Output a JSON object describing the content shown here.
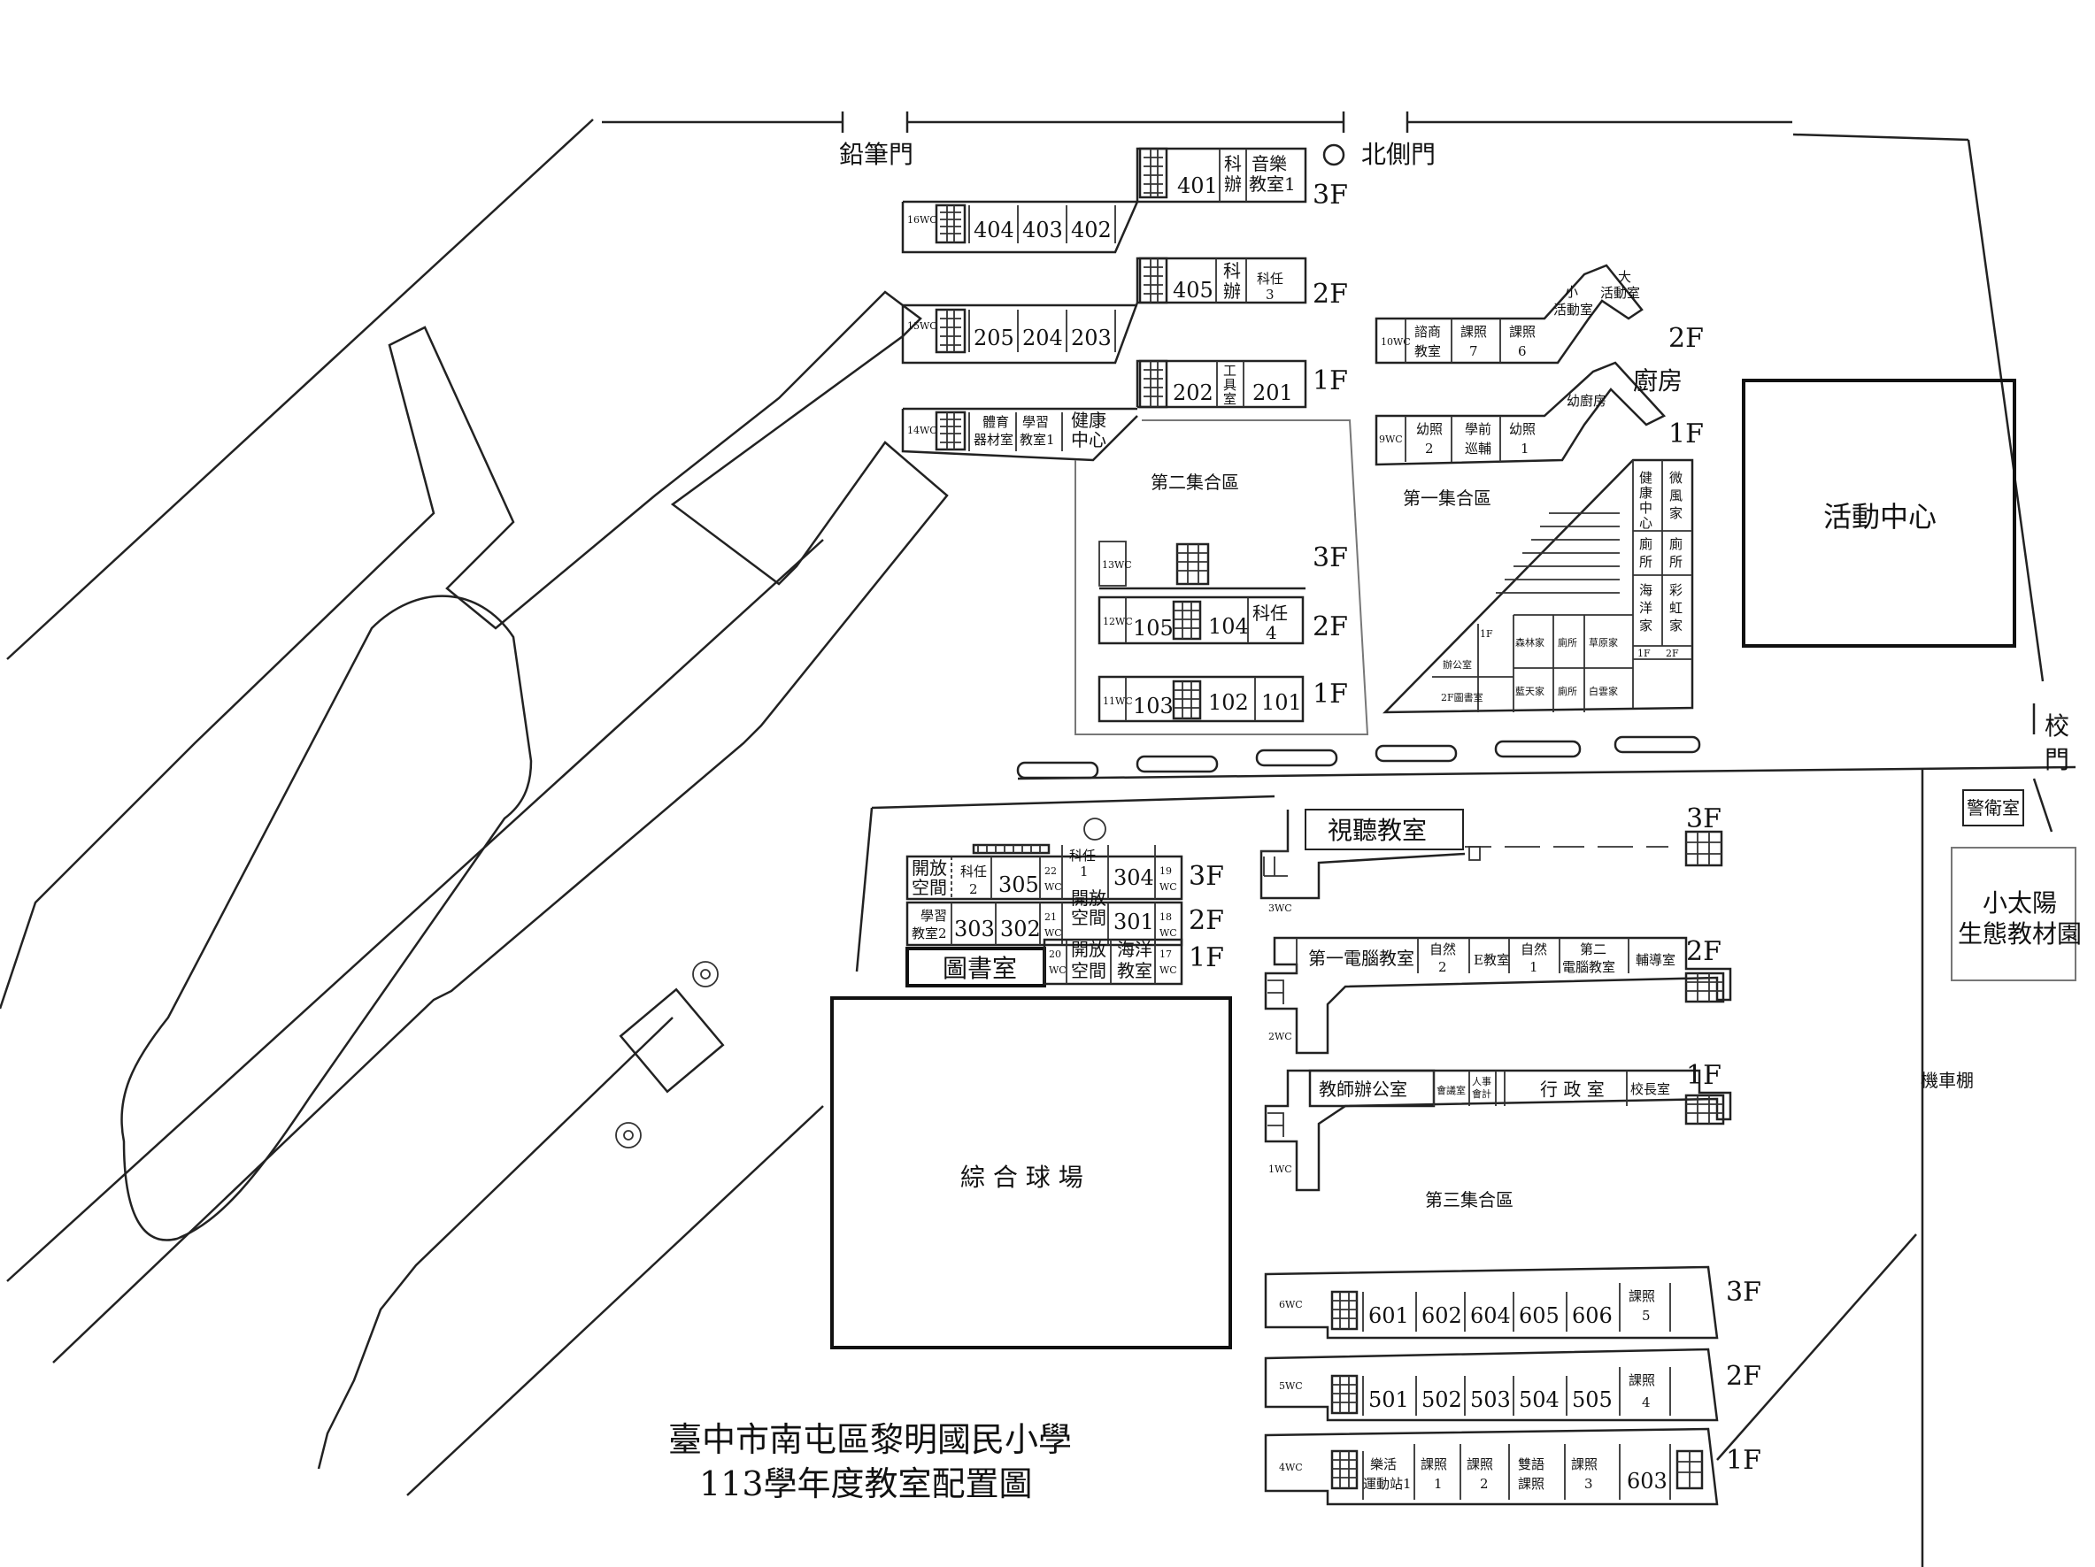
{
  "title": {
    "line1": "臺中市南屯區黎明國民小學",
    "line2": "113學年度教室配置圖"
  },
  "gates": {
    "pencil": "鉛筆門",
    "north": "北側門",
    "main": [
      "校",
      "門"
    ]
  },
  "areas": {
    "zone1": "第一集合區",
    "zone2": "第二集合區",
    "zone3": "第三集合區",
    "activity": "活動中心",
    "court": "綜 合 球 場",
    "library": "圖書室",
    "kitchen": "廚房",
    "guard": "警衛室",
    "scooter": "機車棚",
    "solar": [
      "小太陽",
      "生態教材園"
    ]
  },
  "floors": {
    "f1": "1F",
    "f2": "2F",
    "f3": "3F"
  },
  "north_building": {
    "f3": {
      "wc": "16WC",
      "rooms": [
        "404",
        "403",
        "402",
        "401"
      ],
      "sci": [
        "科",
        "辦"
      ],
      "music": [
        "音樂",
        "教室1"
      ]
    },
    "f2": {
      "wc": "15WC",
      "rooms": [
        "205",
        "204",
        "203",
        "405"
      ],
      "sci": [
        "科",
        "辦"
      ],
      "subj": [
        "科任",
        "3"
      ]
    },
    "f1": {
      "wc": "14WC",
      "rooms": [
        "202",
        "201"
      ],
      "tool": [
        "工",
        "具",
        "室"
      ],
      "pe": [
        "體育",
        "器材室"
      ],
      "study": [
        "學習",
        "教室1"
      ],
      "health": [
        "健康",
        "中心"
      ]
    }
  },
  "zone2_building": {
    "f3": {
      "wc": "13WC"
    },
    "f2": {
      "wc": "12WC",
      "rooms": [
        "105",
        "104"
      ],
      "subj": [
        "科任",
        "4"
      ]
    },
    "f1": {
      "wc": "11WC",
      "rooms": [
        "103",
        "102",
        "101"
      ]
    }
  },
  "kindergarten": {
    "f2": {
      "wc": "10WC",
      "rooms": [
        [
          "諮商",
          "教室"
        ],
        [
          "課照",
          "7"
        ],
        [
          "課照",
          "6"
        ]
      ],
      "small": [
        "小",
        "活動室"
      ],
      "big": [
        "大",
        "活動室"
      ]
    },
    "f1": {
      "wc": "9WC",
      "rooms": [
        [
          "幼照",
          "2"
        ],
        [
          "學前",
          "巡輔"
        ],
        [
          "幼照",
          "1"
        ]
      ],
      "kitchen": "幼廚房"
    },
    "tri": {
      "cols": [
        [
          "健",
          "康",
          "中",
          "心"
        ],
        [
          "微",
          "風",
          "家"
        ],
        [
          "廁",
          "所"
        ],
        [
          "廁",
          "所"
        ],
        [
          "海",
          "洋",
          "家"
        ],
        [
          "彩",
          "虹",
          "家"
        ]
      ],
      "fl": [
        "1F",
        "2F"
      ],
      "row1": [
        "森林家",
        "廁所",
        "草原家"
      ],
      "row2": [
        "藍天家",
        "廁所",
        "白雲家"
      ],
      "office": [
        "1F",
        "辦公室"
      ],
      "lib2": "2F圖書室"
    }
  },
  "west_building": {
    "f3": {
      "open": [
        "開放",
        "空間"
      ],
      "subj2": [
        "科任",
        "2"
      ],
      "r305": "305",
      "wc22": [
        "22",
        "WC"
      ],
      "subj1": [
        "科任",
        "1"
      ],
      "r304": "304",
      "wc19": [
        "19",
        "WC"
      ]
    },
    "f2": {
      "study2": [
        "學習",
        "教室2"
      ],
      "rooms": [
        "303",
        "302"
      ],
      "wc21": [
        "21",
        "WC"
      ],
      "open": [
        "開放",
        "空間"
      ],
      "r301": "301",
      "wc18": [
        "18",
        "WC"
      ]
    },
    "f1": {
      "wc20": [
        "20",
        "WC"
      ],
      "open": [
        "開放",
        "空間"
      ],
      "ocean": [
        "海洋",
        "教室"
      ],
      "wc17": [
        "17",
        "WC"
      ]
    }
  },
  "center_building": {
    "f3": {
      "av": "視聽教室",
      "wc": "3WC"
    },
    "f2": {
      "wc": "2WC",
      "c1": "第一電腦教室",
      "nat2": [
        "自然",
        "2"
      ],
      "e": "E教室",
      "nat1": [
        "自然",
        "1"
      ],
      "c2": [
        "第二",
        "電腦教室"
      ],
      "coun": "輔導室"
    },
    "f1": {
      "wc": "1WC",
      "teach": "教師辦公室",
      "meet": "會議室",
      "acc": [
        "人事",
        "會計"
      ],
      "admin": "行 政 室",
      "principal": "校長室"
    }
  },
  "south_building": {
    "f3": {
      "wc": "6WC",
      "rooms": [
        "601",
        "602",
        "604",
        "605",
        "606"
      ],
      "care": [
        "課照",
        "5"
      ]
    },
    "f2": {
      "wc": "5WC",
      "rooms": [
        "501",
        "502",
        "503",
        "504",
        "505"
      ],
      "care": [
        "課照",
        "4"
      ]
    },
    "f1": {
      "wc": "4WC",
      "music": [
        "樂活",
        "運動站1"
      ],
      "c1": [
        "課照",
        "1"
      ],
      "c2": [
        "課照",
        "2"
      ],
      "bi": [
        "雙語",
        "課照"
      ],
      "c3": [
        "課照",
        "3"
      ],
      "r603": "603"
    }
  }
}
